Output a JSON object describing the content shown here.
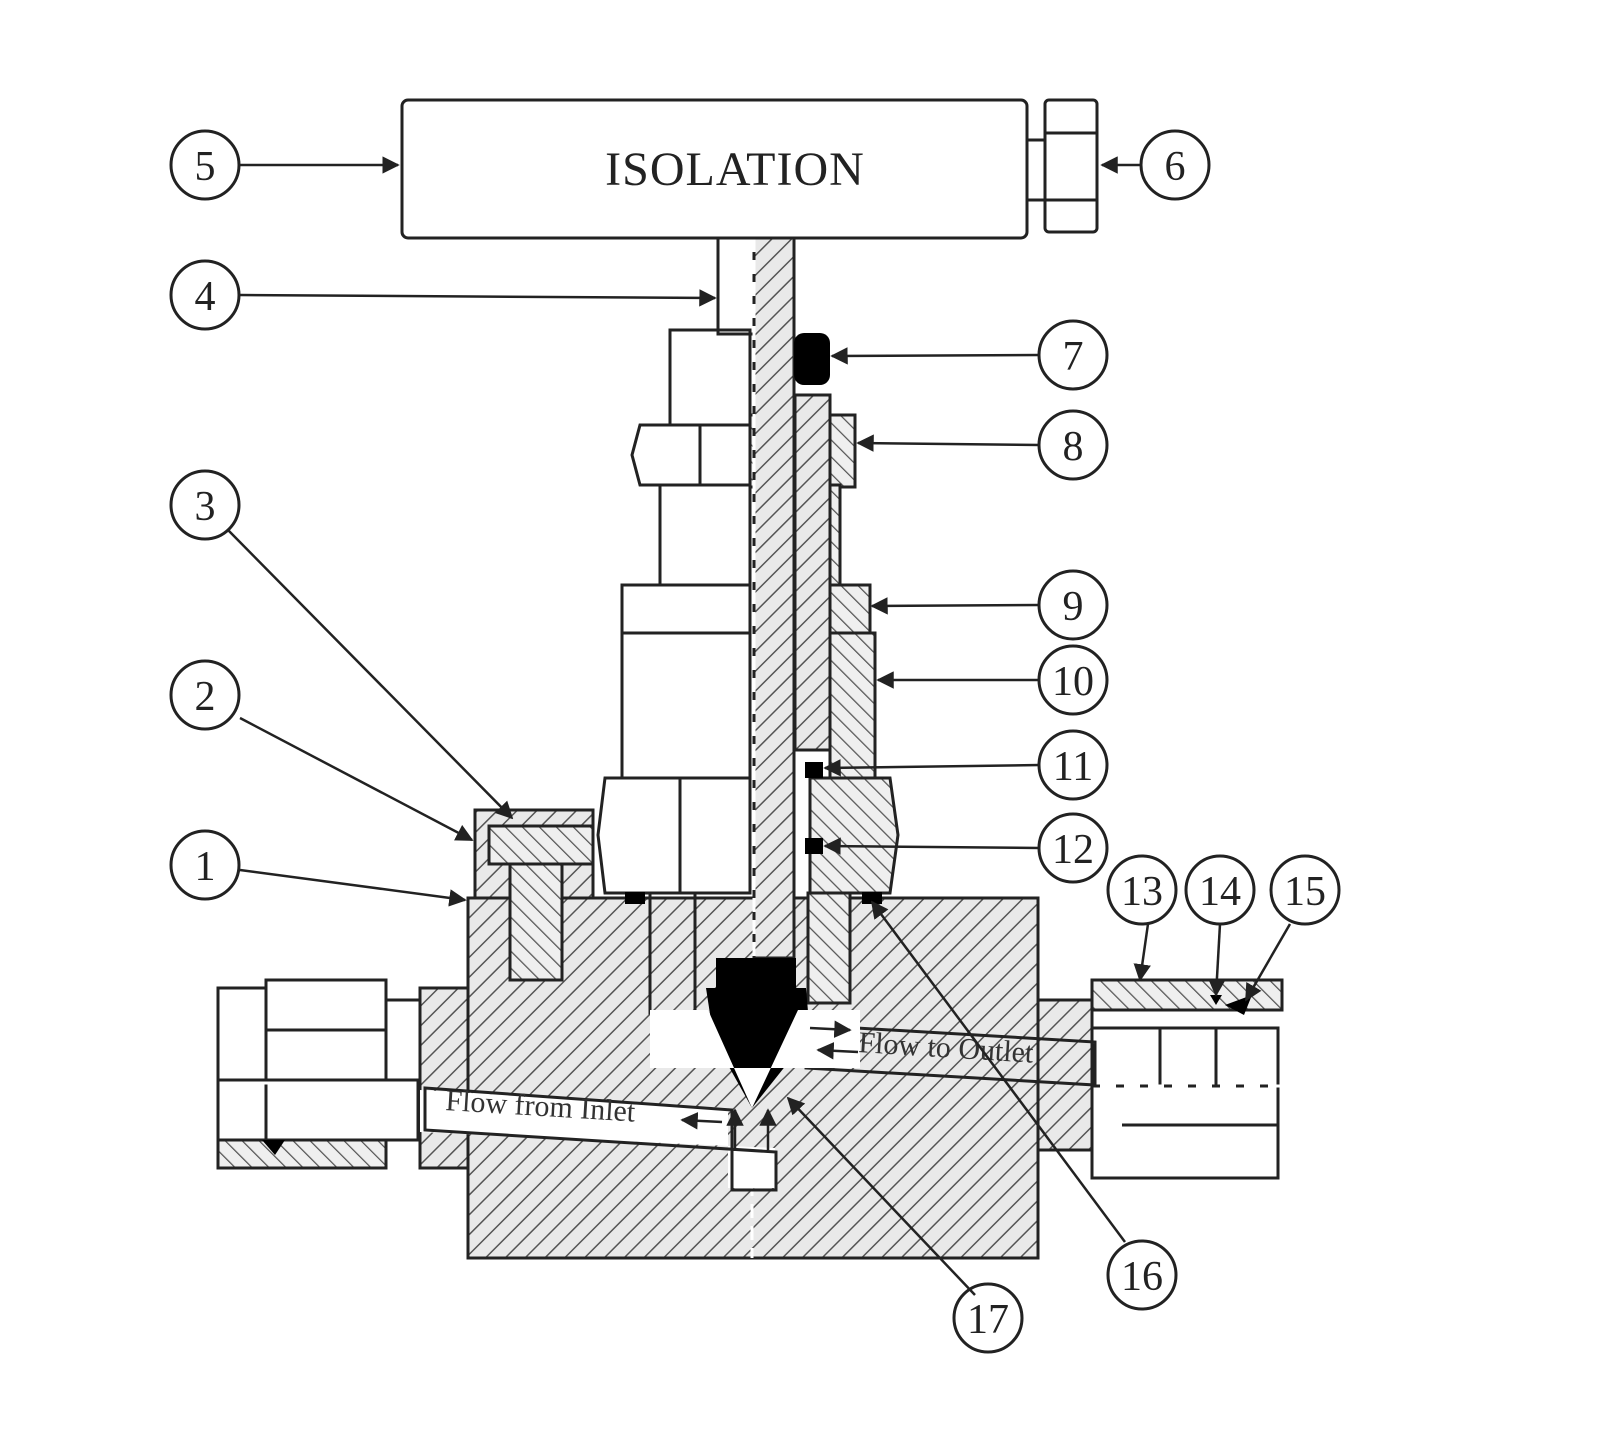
{
  "handle_label": "ISOLATION",
  "flow": {
    "inlet": "Flow from Inlet",
    "outlet": "Flow to Outlet"
  },
  "callouts": [
    "1",
    "2",
    "3",
    "4",
    "5",
    "6",
    "7",
    "8",
    "9",
    "10",
    "11",
    "12",
    "13",
    "14",
    "15",
    "16",
    "17"
  ],
  "colors": {
    "line": "#222222",
    "background": "#ffffff",
    "hatch": "#555555",
    "passage": "#ffffff",
    "seat": "#000000"
  }
}
